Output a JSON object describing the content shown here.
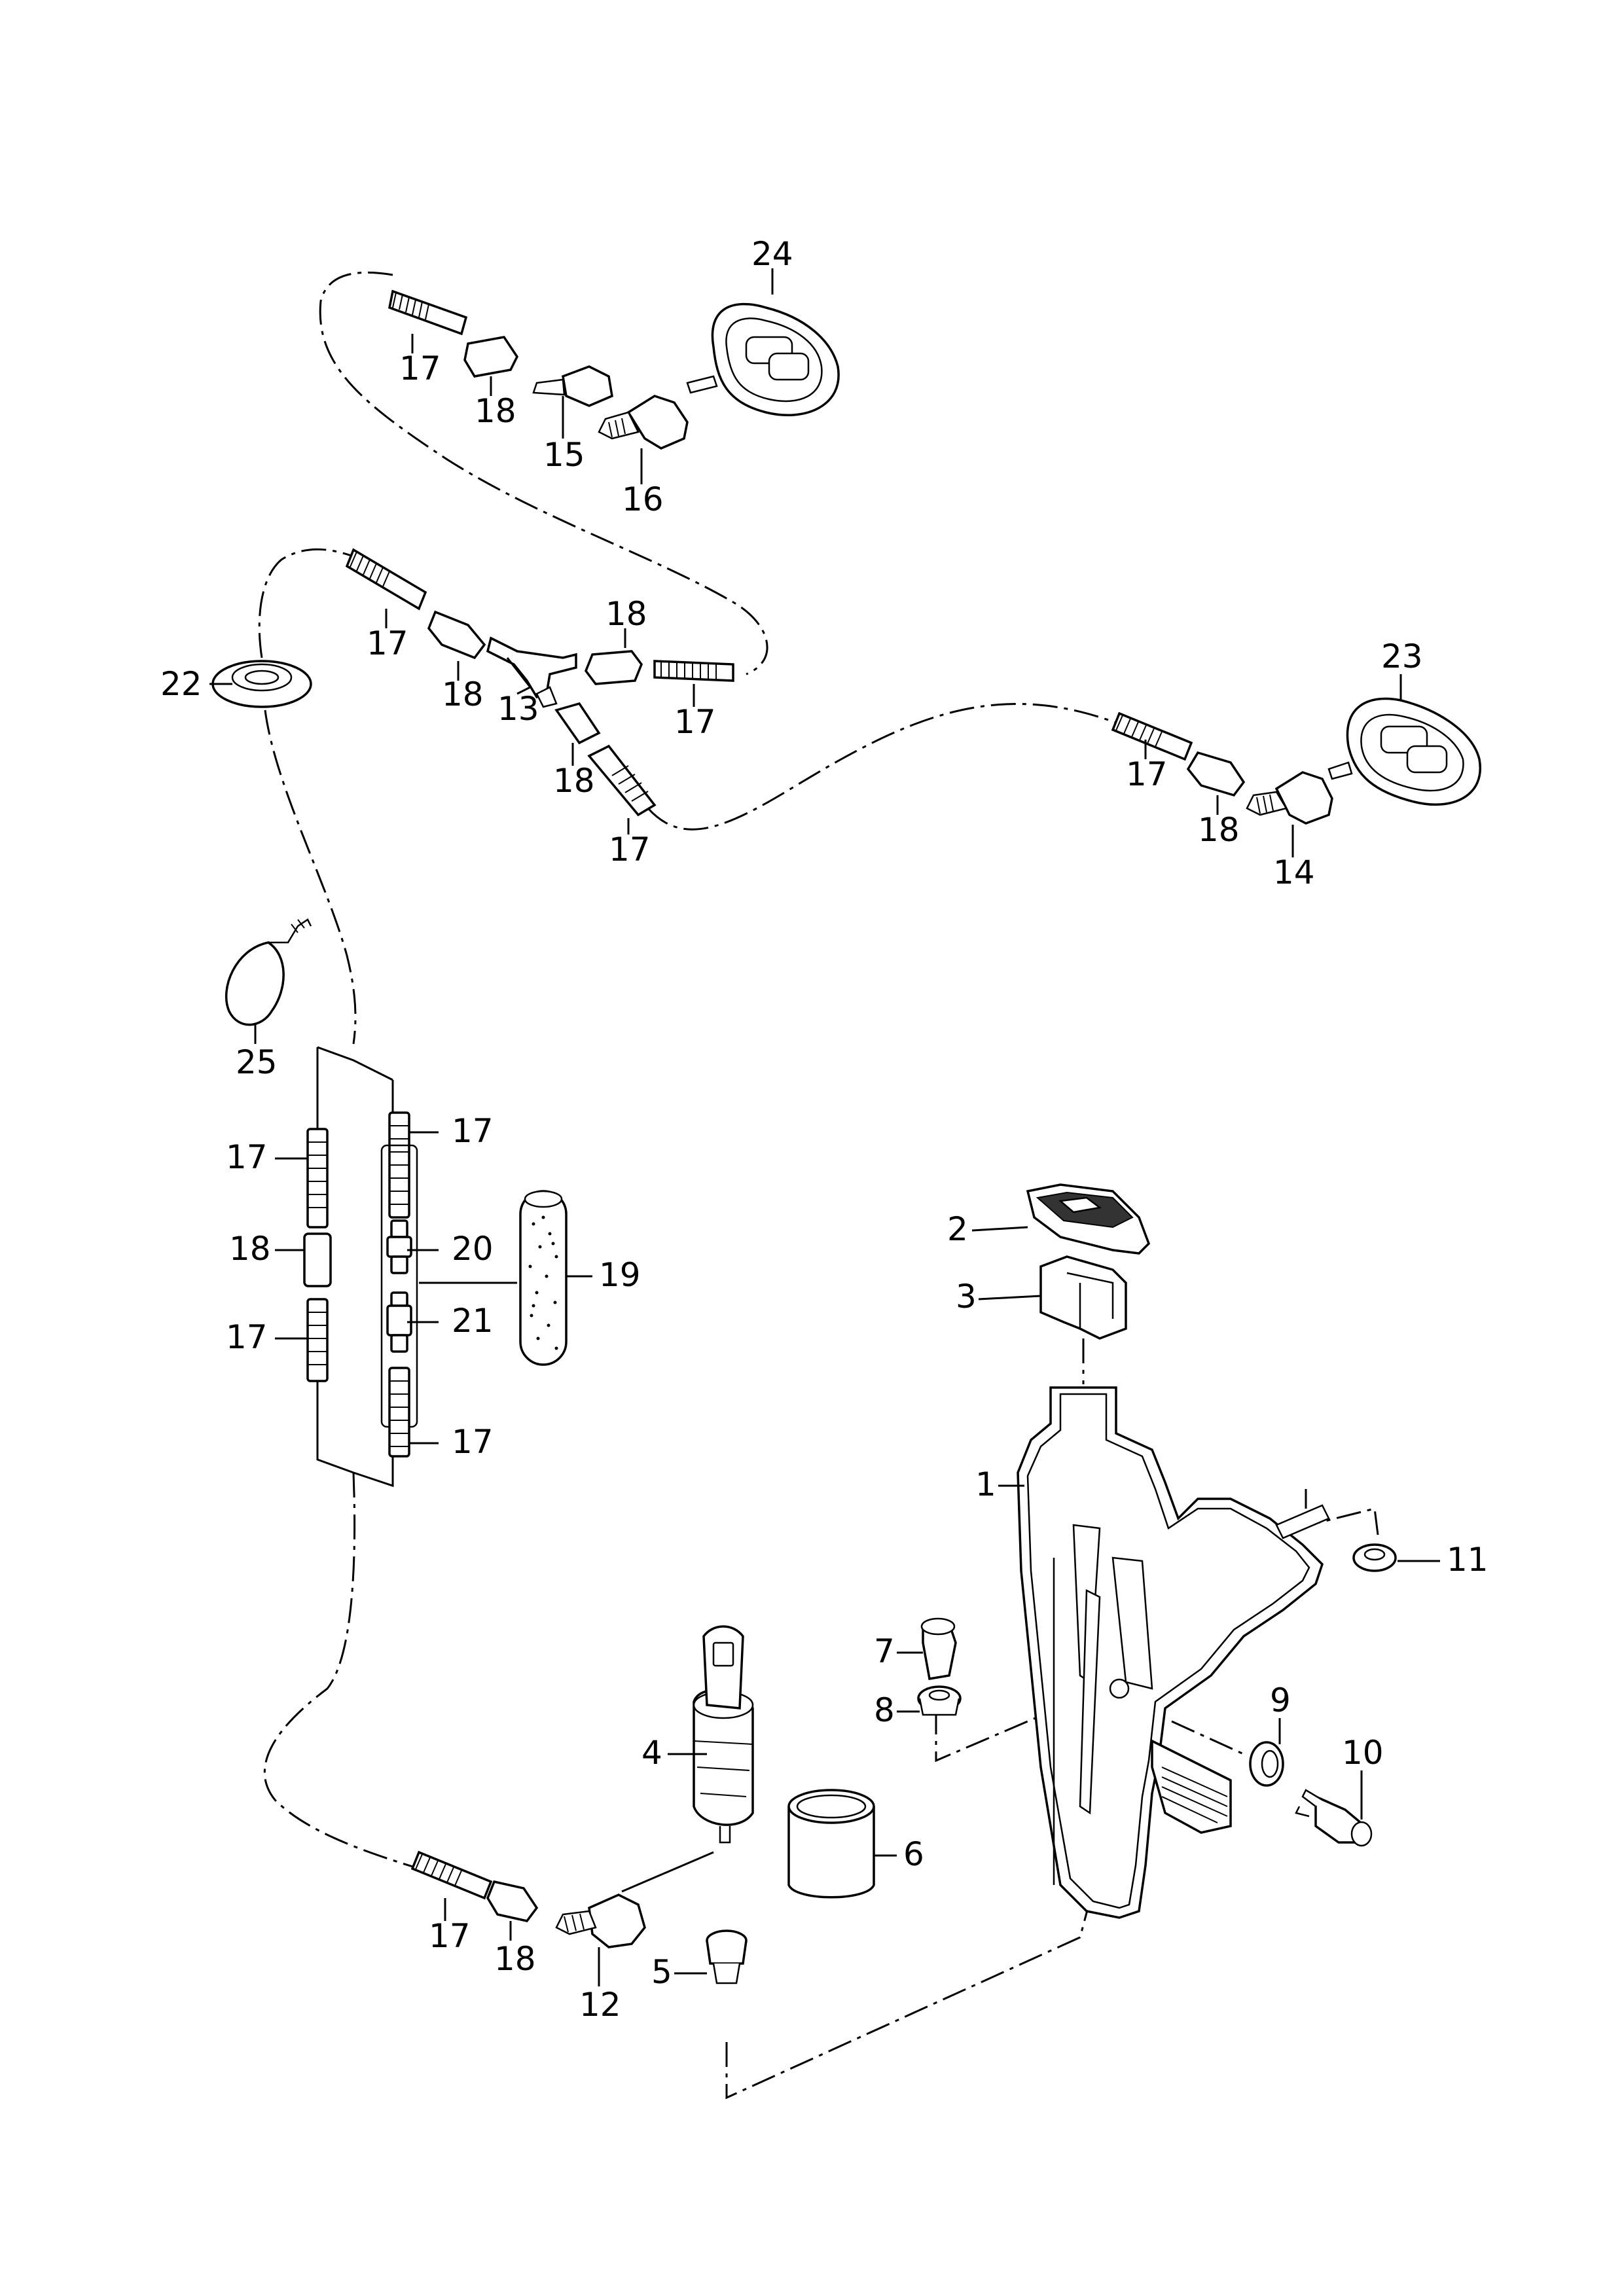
{
  "callouts": {
    "c1": "1",
    "c2": "2",
    "c3": "3",
    "c4": "4",
    "c5": "5",
    "c6": "6",
    "c7": "7",
    "c8": "8",
    "c9": "9",
    "c10": "10",
    "c11": "11",
    "c12": "12",
    "c13": "13",
    "c14": "14",
    "c15": "15",
    "c16": "16",
    "c17": "17",
    "c18": "18",
    "c19": "19",
    "c20": "20",
    "c21": "21",
    "c22": "22",
    "c23": "23",
    "c24": "24",
    "c25": "25"
  }
}
